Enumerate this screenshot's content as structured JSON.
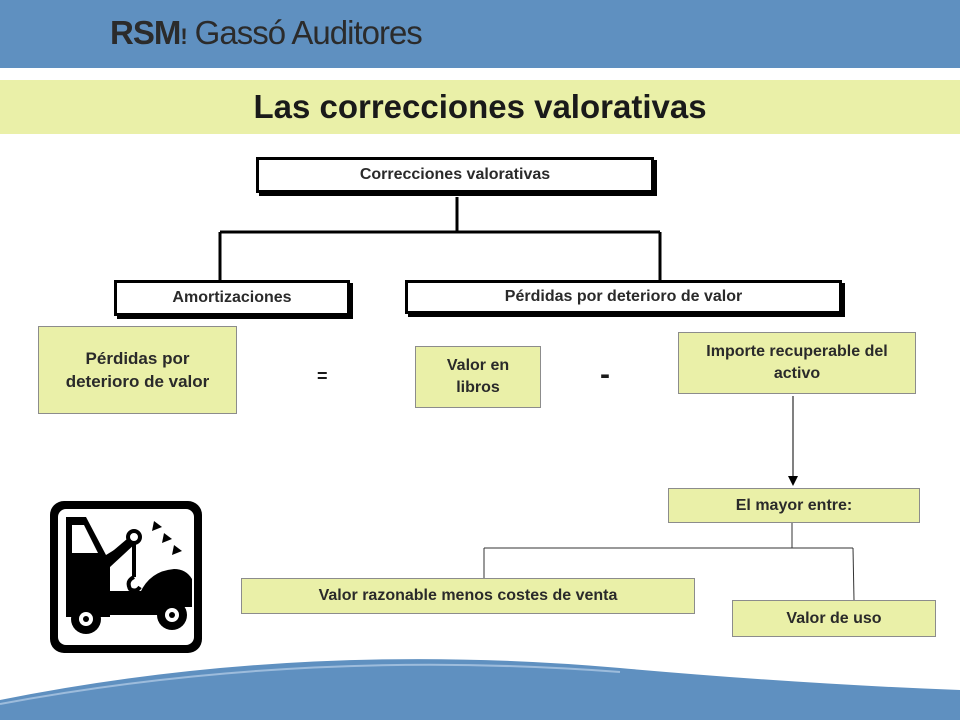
{
  "header": {
    "logo_brand": "RSM",
    "logo_mark": "!",
    "logo_name": "Gassó Auditores"
  },
  "title": "Las correcciones valorativas",
  "diagram": {
    "root": "Correcciones valorativas",
    "branch_left": "Amortizaciones",
    "branch_right": "Pérdidas por deterioro de valor",
    "formula": {
      "result": "Pérdidas por deterioro de valor",
      "equals": "=",
      "book_value": "Valor en libros",
      "minus": "-",
      "recoverable": "Importe recuperable del activo"
    },
    "greater_of": "El mayor entre:",
    "option_fair_value": "Valor razonable menos costes de venta",
    "option_value_in_use": "Valor de uso"
  },
  "colors": {
    "header_blue": "#5f90c0",
    "title_band": "#eaf0a8",
    "box_green": "#eaf0a8",
    "wave_blue": "#5f90c0"
  },
  "icons": {
    "tow_truck": "tow-truck-icon"
  }
}
